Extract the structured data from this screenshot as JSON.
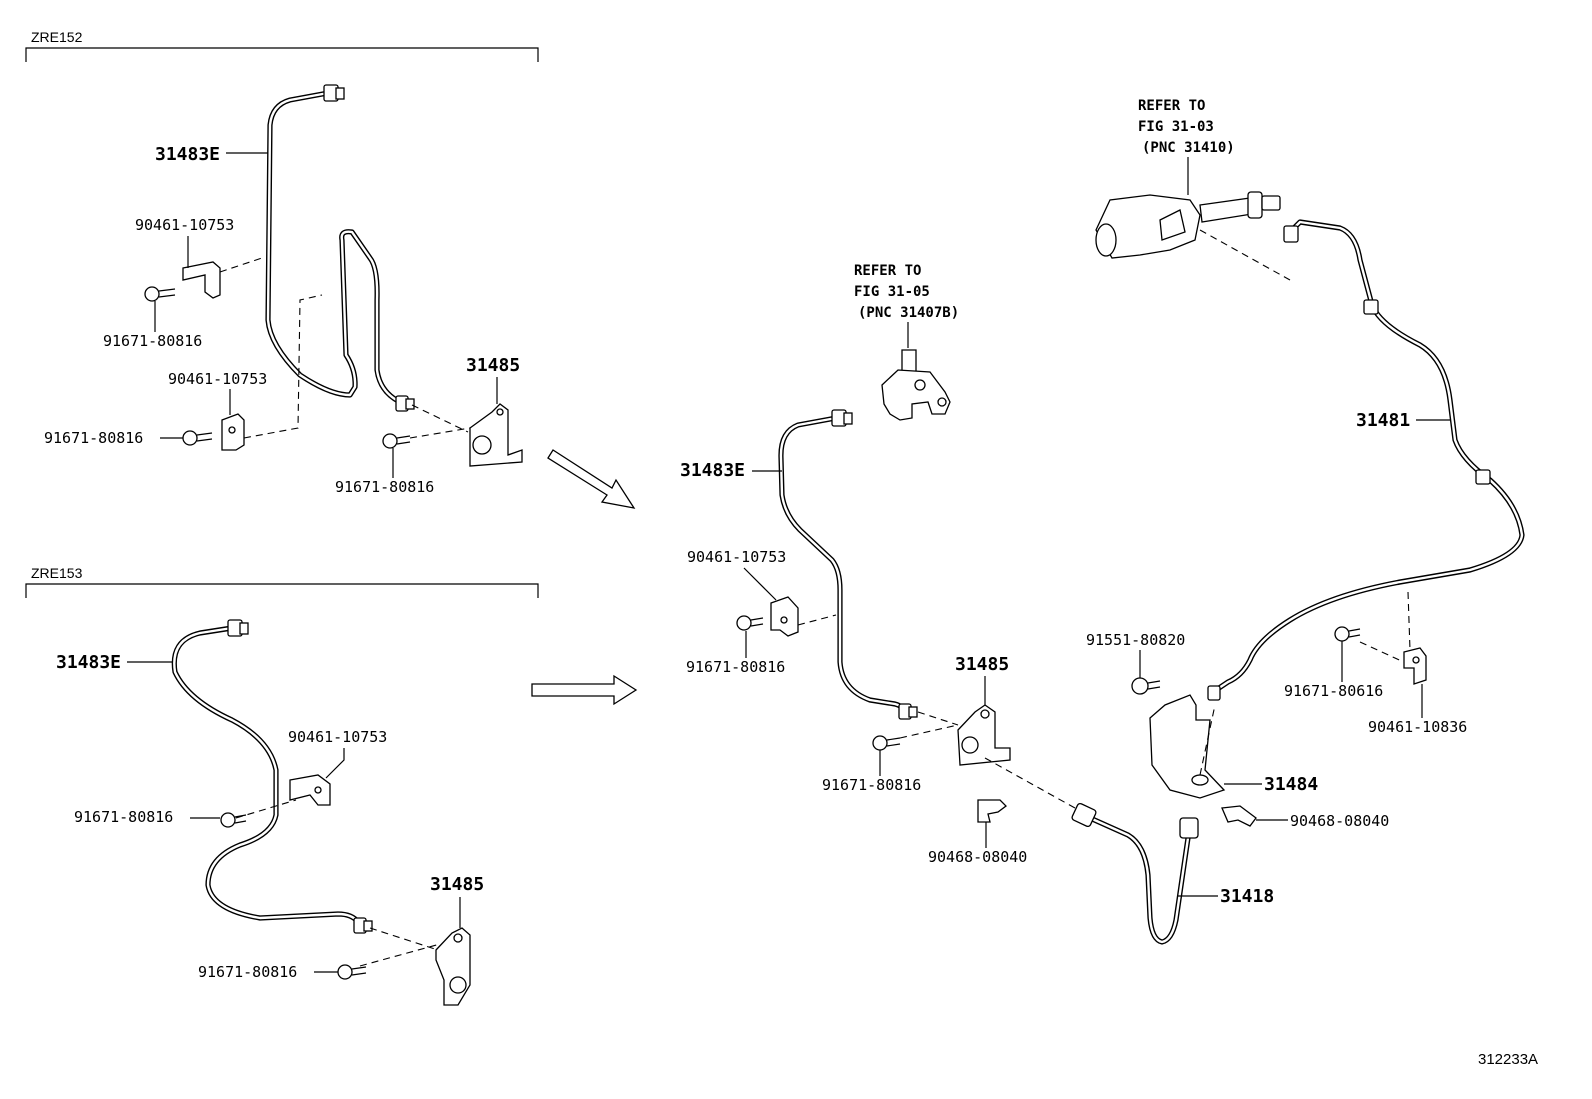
{
  "sections": {
    "zre152": "ZRE152",
    "zre153": "ZRE153"
  },
  "labels": {
    "top_pipe": "31483E",
    "top_clip_upper": "90461-10753",
    "top_bolt_upper": "91671-80816",
    "top_clip_lower": "90461-10753",
    "top_bolt_lower": "91671-80816",
    "top_bracket": "31485",
    "top_bolt_bracket": "91671-80816",
    "mid_pipe": "31483E",
    "mid_clip": "90461-10753",
    "mid_bolt_clip": "91671-80816",
    "mid_bracket": "31485",
    "mid_bolt_bracket": "91671-80816",
    "main_pipe": "31483E",
    "main_clip": "90461-10753",
    "main_bolt_clip": "91671-80816",
    "main_bracket": "31485",
    "main_bolt_bracket": "91671-80816",
    "main_clip_small": "90468-08040",
    "hose": "31418",
    "bracket_31484": "31484",
    "bolt_91551": "91551-80820",
    "clip_90468_right": "90468-08040",
    "tube_31481": "31481",
    "bolt_91671_80616": "91671-80616",
    "clip_90461_10836": "90461-10836"
  },
  "refs": {
    "left": {
      "line1": "REFER TO",
      "line2": "FIG 31-05",
      "line3": "(PNC 31407B)"
    },
    "right": {
      "line1": "REFER TO",
      "line2": "FIG 31-03",
      "line3": "(PNC 31410)"
    }
  },
  "figure_id": "312233A"
}
